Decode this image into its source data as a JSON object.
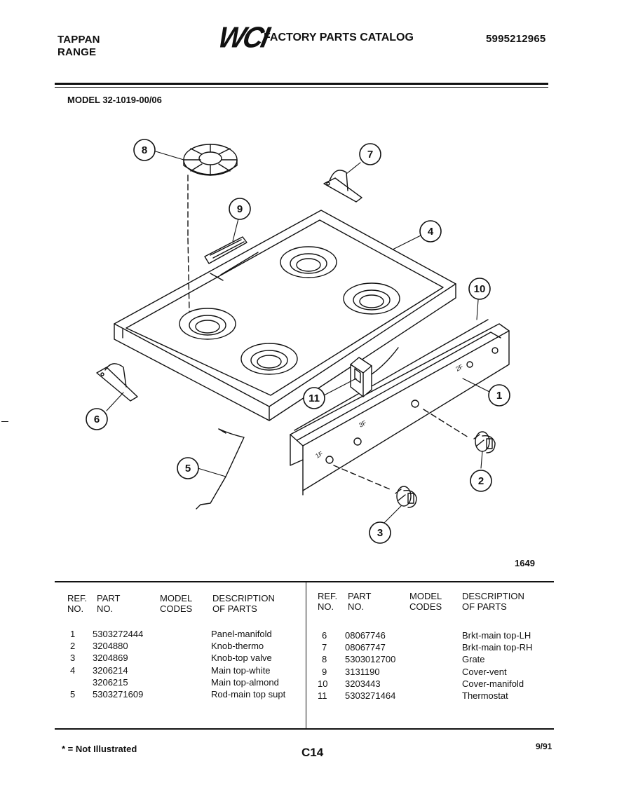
{
  "header": {
    "brand_line1": "TAPPAN",
    "brand_line2": "RANGE",
    "logo": "WCI",
    "catalog_title": "FACTORY PARTS CATALOG",
    "catalog_number": "5995212965",
    "model": "MODEL 32-1019-00/06"
  },
  "diagram": {
    "figure_number": "1649",
    "callouts": [
      "1",
      "2",
      "3",
      "4",
      "5",
      "6",
      "7",
      "8",
      "9",
      "10",
      "11"
    ],
    "part_labels": [
      "3F",
      "2F",
      "1F"
    ]
  },
  "table": {
    "headers": {
      "ref_line1": "REF.",
      "ref_line2": "NO.",
      "part_line1": "PART",
      "part_line2": "NO.",
      "codes_line1": "MODEL",
      "codes_line2": "CODES",
      "desc_line1": "DESCRIPTION",
      "desc_line2": "OF PARTS"
    },
    "left": [
      {
        "ref": "1",
        "part": "5303272444",
        "codes": "",
        "desc": "Panel-manifold"
      },
      {
        "ref": "2",
        "part": "3204880",
        "codes": "",
        "desc": "Knob-thermo"
      },
      {
        "ref": "3",
        "part": "3204869",
        "codes": "",
        "desc": "Knob-top valve"
      },
      {
        "ref": "4",
        "part": "3206214",
        "codes": "",
        "desc": "Main top-white"
      },
      {
        "ref": "",
        "part": "3206215",
        "codes": "",
        "desc": "Main top-almond"
      },
      {
        "ref": "5",
        "part": "5303271609",
        "codes": "",
        "desc": "Rod-main top supt"
      }
    ],
    "right": [
      {
        "ref": "6",
        "part": "08067746",
        "codes": "",
        "desc": "Brkt-main top-LH"
      },
      {
        "ref": "7",
        "part": "08067747",
        "codes": "",
        "desc": "Brkt-main top-RH"
      },
      {
        "ref": "8",
        "part": "5303012700",
        "codes": "",
        "desc": "Grate"
      },
      {
        "ref": "9",
        "part": "3131190",
        "codes": "",
        "desc": "Cover-vent"
      },
      {
        "ref": "10",
        "part": "3203443",
        "codes": "",
        "desc": "Cover-manifold"
      },
      {
        "ref": "11",
        "part": "5303271464",
        "codes": "",
        "desc": "Thermostat"
      }
    ]
  },
  "footer": {
    "note": "* = Not Illustrated",
    "page": "C14",
    "date": "9/91"
  }
}
